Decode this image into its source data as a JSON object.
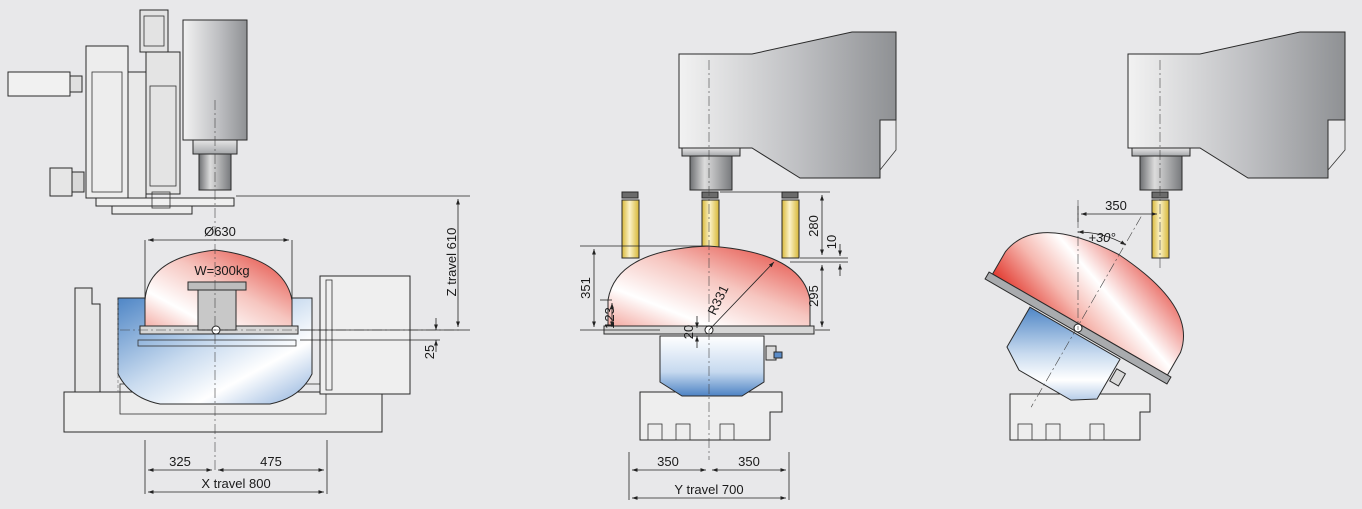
{
  "views": {
    "front": {
      "table_diameter": "Ø630",
      "max_load": "W=300kg",
      "z_travel": "Z travel 610",
      "offset_25": "25",
      "x_left": "325",
      "x_right": "475",
      "x_travel": "X travel 800"
    },
    "side": {
      "dim_351": "351",
      "dim_123": "123",
      "dim_20": "20",
      "radius": "R331",
      "dim_280": "280",
      "dim_10": "10",
      "dim_295": "295",
      "y_left": "350",
      "y_right": "350",
      "y_travel": "Y travel 700"
    },
    "tilted": {
      "offset_350": "350",
      "tilt_angle": "+30°"
    }
  },
  "colors": {
    "background": "#e8e8ea",
    "table_red": "#e8413a",
    "base_blue": "#5b8cc8",
    "housing_gray": "#9a9ca0",
    "tool_yellow": "#e7d06a"
  }
}
